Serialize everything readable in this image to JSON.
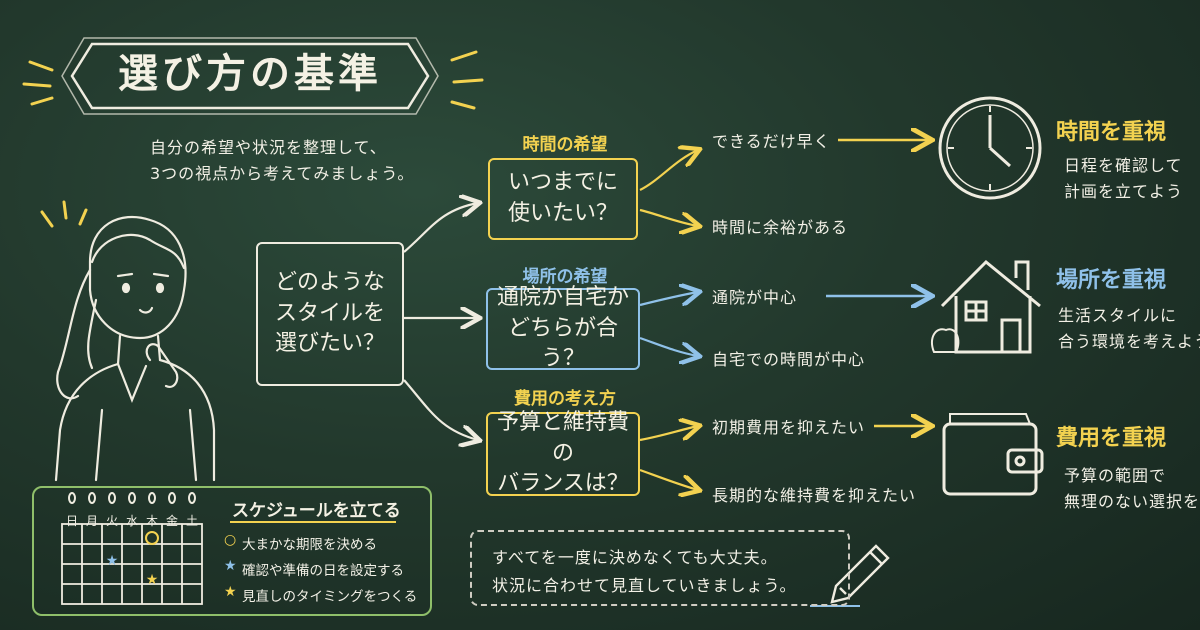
{
  "title": "選び方の基準",
  "intro": [
    "自分の希望や状況を整理して、",
    "3つの視点から考えてみましょう。"
  ],
  "main_question": [
    "どのような",
    "スタイルを",
    "選びたい？"
  ],
  "categories": [
    {
      "label": "時間の希望",
      "question": [
        "いつまでに",
        "使いたい？"
      ],
      "options": [
        "できるだけ早く",
        "時間に余裕がある"
      ],
      "result_title": "時間を重視",
      "result_lines": [
        "日程を確認して",
        "計画を立てよう"
      ],
      "icon": "clock-icon",
      "color": "#f3d250"
    },
    {
      "label": "場所の希望",
      "question": [
        "通院か自宅か",
        "どちらが合う？"
      ],
      "options": [
        "通院が中心",
        "自宅での時間が中心"
      ],
      "result_title": "場所を重視",
      "result_lines": [
        "生活スタイルに",
        "合う環境を考えよう"
      ],
      "icon": "house-icon",
      "color": "#8fc1e9"
    },
    {
      "label": "費用の考え方",
      "question": [
        "予算と維持費の",
        "バランスは？"
      ],
      "options": [
        "初期費用を抑えたい",
        "長期的な維持費を抑えたい"
      ],
      "result_title": "費用を重視",
      "result_lines": [
        "予算の範囲で",
        "無理のない選択を"
      ],
      "icon": "wallet-icon",
      "color": "#f3d250"
    }
  ],
  "schedule": {
    "title": "スケジュールを立てる",
    "weekdays": [
      "日",
      "月",
      "火",
      "水",
      "木",
      "金",
      "土"
    ],
    "items": [
      {
        "mark": "○",
        "text": "大まかな期限を決める",
        "color": "#f3d250"
      },
      {
        "mark": "★",
        "text": "確認や準備の日を設定する",
        "color": "#8fc1e9"
      },
      {
        "mark": "★",
        "text": "見直しのタイミングをつくる",
        "color": "#f3d250"
      }
    ]
  },
  "note": [
    "すべてを一度に決めなくても大丈夫。",
    "状況に合わせて見直していきましょう。"
  ],
  "colors": {
    "chalk": "#f2f0e6",
    "yellow": "#f3d250",
    "blue": "#8fc1e9",
    "green": "#8fbf6a",
    "board": "#22382c"
  }
}
